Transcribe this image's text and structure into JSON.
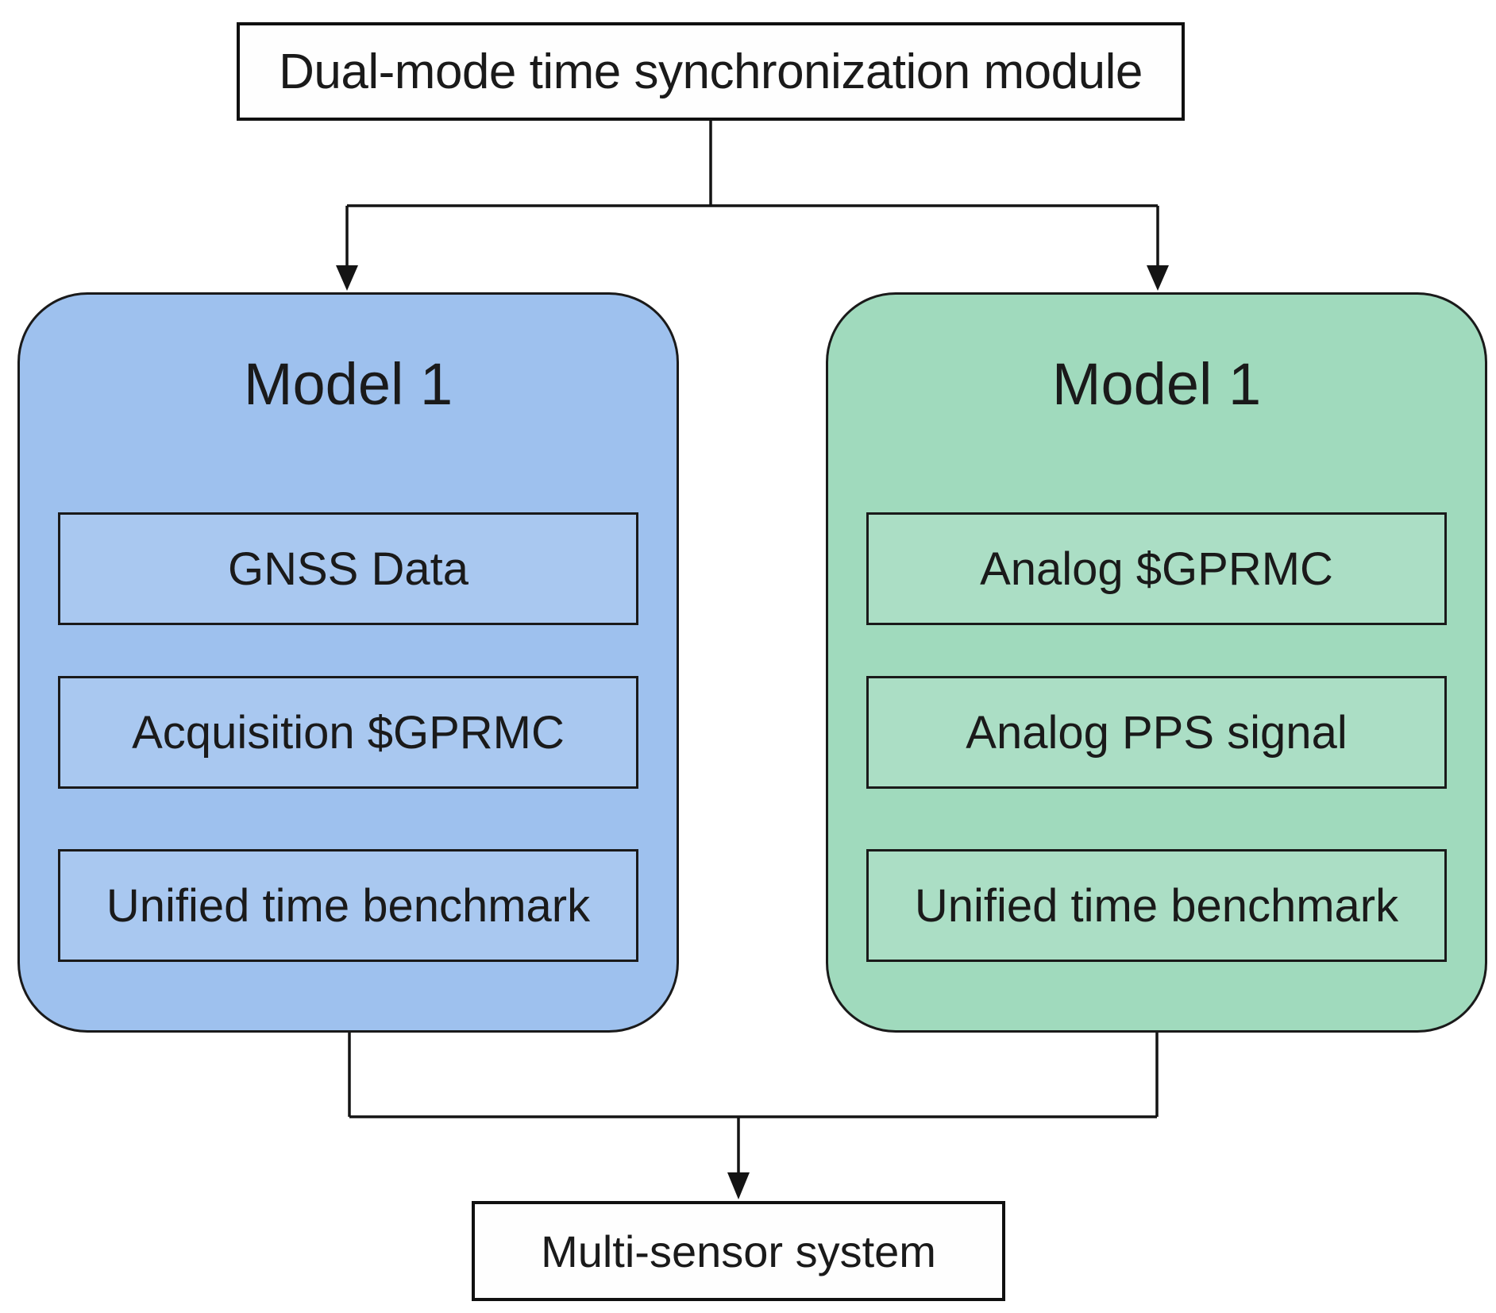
{
  "diagram": {
    "top_box_label": "Dual-mode time synchronization module",
    "left_panel": {
      "title": "Model 1",
      "items": [
        "GNSS Data",
        "Acquisition $GPRMC",
        "Unified time benchmark"
      ]
    },
    "right_panel": {
      "title": "Model 1",
      "items": [
        "Analog $GPRMC",
        "Analog PPS signal",
        "Unified time benchmark"
      ]
    },
    "bottom_box_label": "Multi-sensor system",
    "colors": {
      "left_panel_fill": "#9ec1ee",
      "right_panel_fill": "#a0dabd",
      "line_color": "#141414",
      "white_box_fill": "#fefefe",
      "text_color": "#1a1a1a"
    }
  }
}
